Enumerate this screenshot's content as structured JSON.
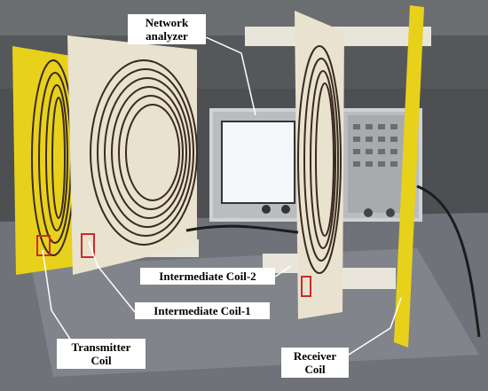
{
  "labels": {
    "network_analyzer": {
      "line1": "Network",
      "line2": "analyzer"
    },
    "intermediate_coil_2": "Intermediate Coil-2",
    "intermediate_coil_1": "Intermediate Coil-1",
    "transmitter_coil": {
      "line1": "Transmitter",
      "line2": "Coil"
    },
    "receiver_coil": {
      "line1": "Receiver",
      "line2": "Coil"
    }
  },
  "colors": {
    "yellow_board": "#e8d11a",
    "cream_board": "#e9e2cf",
    "coil_trace": "#3a2a20",
    "bench": "#6f7278",
    "analyzer_body": "#cfd2d4",
    "screen": "#f4f6f8",
    "leader_line": "#ffffff"
  }
}
